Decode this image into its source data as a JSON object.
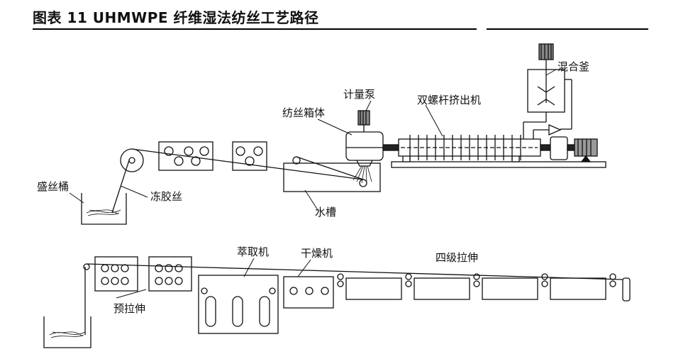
{
  "figure": {
    "title": "图表 11 UHMWPE 纤维湿法纺丝工艺路径"
  },
  "labels": {
    "mixer": "混合釜",
    "metering_pump": "计量泵",
    "twin_screw_extruder": "双螺杆挤出机",
    "spin_box": "纺丝箱体",
    "fiber_bin": "盛丝桶",
    "gel_fiber": "冻胶丝",
    "water_bath": "水槽",
    "extraction": "萃取机",
    "dryer": "干燥机",
    "four_stage_draw": "四级拉伸",
    "pre_draw": "预拉伸"
  }
}
